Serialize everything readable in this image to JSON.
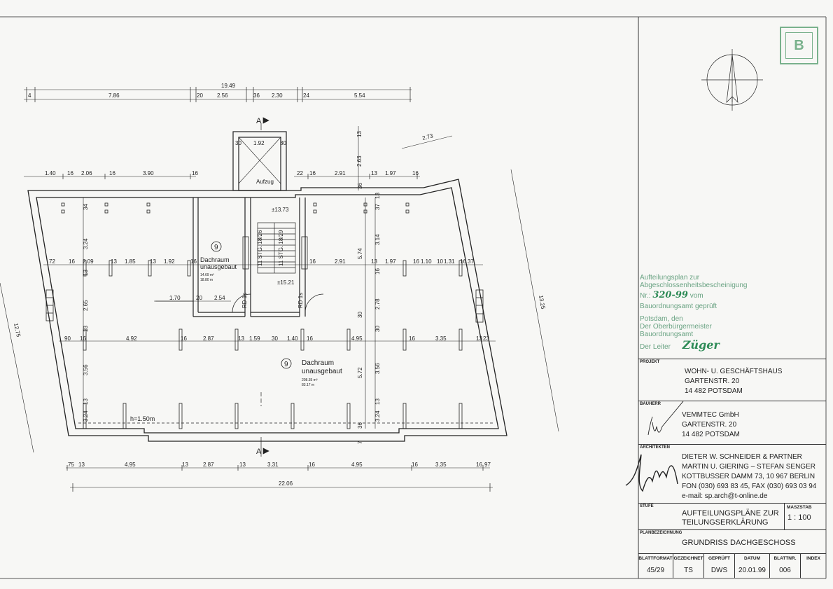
{
  "plan": {
    "dims_top_row1": [
      "4",
      "7.86",
      "20",
      "2.56",
      "36",
      "2.30",
      "24",
      "5.54"
    ],
    "dims_top_total": "19.49",
    "dims_left_row": [
      "1.40",
      "16",
      "2.06",
      "16",
      "3.90",
      "16"
    ],
    "dims_right_row": [
      "22",
      "16",
      "2.91",
      "13",
      "1.97",
      "16"
    ],
    "dim_slant_top": "2.73",
    "dim_shaft_width": "1.92",
    "dim_shaft_walls": [
      "30",
      "30"
    ],
    "dim_vertical_stair": [
      "2.63",
      "13"
    ],
    "dims_mid_row": [
      "72",
      "16",
      "2.09",
      "13",
      "1.85",
      "13",
      "1.92",
      "16",
      "16",
      "2.91",
      "13",
      "1.97",
      "16",
      "1.10",
      "10",
      "1.31",
      "16",
      "37"
    ],
    "dims_row_small": [
      "1.70",
      "20",
      "2.54"
    ],
    "dims_row_lower": [
      "90",
      "16",
      "4.92",
      "16",
      "2.87",
      "13",
      "1.59",
      "30",
      "1.40",
      "16",
      "4.95",
      "16",
      "3.35",
      "13",
      "23"
    ],
    "dims_vertical_left": [
      "3.24",
      "2.65",
      "3.56",
      "3.24",
      "13",
      "13",
      "13"
    ],
    "dims_vertical_center": [
      "5.74",
      "2.78",
      "5.72",
      "3.14",
      "3.56",
      "3.24"
    ],
    "dims_vertical_misc": [
      "34",
      "36",
      "30",
      "37",
      "13",
      "16",
      "13",
      "30",
      "7",
      "36"
    ],
    "dims_bottom_row": [
      "75",
      "13",
      "4.95",
      "13",
      "2.87",
      "13",
      "3.31",
      "16",
      "4.95",
      "16",
      "3.35",
      "16",
      "97"
    ],
    "dims_bottom_total": "22.06",
    "dim_left_slant": "12.75",
    "dim_right_slant": "13.25",
    "stair_labels": [
      "11 STG. 18/26",
      "11 STG. 18/29"
    ],
    "levels": [
      "±13.73",
      "±15.21"
    ],
    "door_labels": [
      "RD 1s",
      "RD 1s"
    ],
    "section_marks": [
      "A",
      "A"
    ],
    "elevator": "Aufzug",
    "room_small": {
      "num": "9",
      "name": "Dachraum",
      "sub": "unausgebaut",
      "area1": "14.69 m²",
      "area2": "18.80 m"
    },
    "room_large": {
      "num": "9",
      "name": "Dachraum",
      "sub": "unausgebaut",
      "area1": "208.35 m²",
      "area2": "83.17 m"
    },
    "height_note": "h=1.50m"
  },
  "stamp": {
    "letter": "B"
  },
  "green_stamp": {
    "line1": "Aufteilungsplan zur",
    "line2": "Abgeschlossenheitsbescheinigung",
    "line3_prefix": "Nr.:",
    "line3_num": "320-99",
    "line3_mid": "vom",
    "line4": "Bauordnungsamt geprüft",
    "line5": "Potsdam, den",
    "line6": "Der Oberbürgermeister",
    "line7": "Bauordnungsamt",
    "line8_prefix": "Der Leiter",
    "line8_sig": "Züger"
  },
  "title_block": {
    "projekt_label": "PROJEKT",
    "projekt_lines": [
      "WOHN- U. GESCHÄFTSHAUS",
      "GARTENSTR. 20",
      "14 482 POTSDAM"
    ],
    "bauherr_label": "BAUHERR",
    "bauherr_lines": [
      "VEMMTEC GmbH",
      "GARTENSTR. 20",
      "14 482 POTSDAM"
    ],
    "architekten_label": "ARCHITEKTEN",
    "architekten_lines": [
      "DIETER W. SCHNEIDER & PARTNER",
      "MARTIN U. GIERING – STEFAN SENGER",
      "KOTTBUSSER DAMM 73, 10 967 BERLIN",
      "FON (030) 693 83 45, FAX (030) 693 03 94",
      "e-mail: sp.arch@t-online.de"
    ],
    "stufe_label": "STUFE",
    "stufe_lines": [
      "AUFTEILUNGSPLÄNE ZUR",
      "TEILUNGSERKLÄRUNG"
    ],
    "massstab_label": "MASZSTAB",
    "massstab_value": "1 : 100",
    "planbez_label": "PLANBEZEICHNUNG",
    "planbez_value": "GRUNDRISS DACHGESCHOSS",
    "columns": [
      {
        "head": "BLATTFORMAT",
        "value": "45/29"
      },
      {
        "head": "GEZEICHNET",
        "value": "TS"
      },
      {
        "head": "GEPRÜFT",
        "value": "DWS"
      },
      {
        "head": "DATUM",
        "value": "20.01.99"
      },
      {
        "head": "BLATTNR.",
        "value": "006"
      },
      {
        "head": "INDEX",
        "value": ""
      }
    ]
  }
}
